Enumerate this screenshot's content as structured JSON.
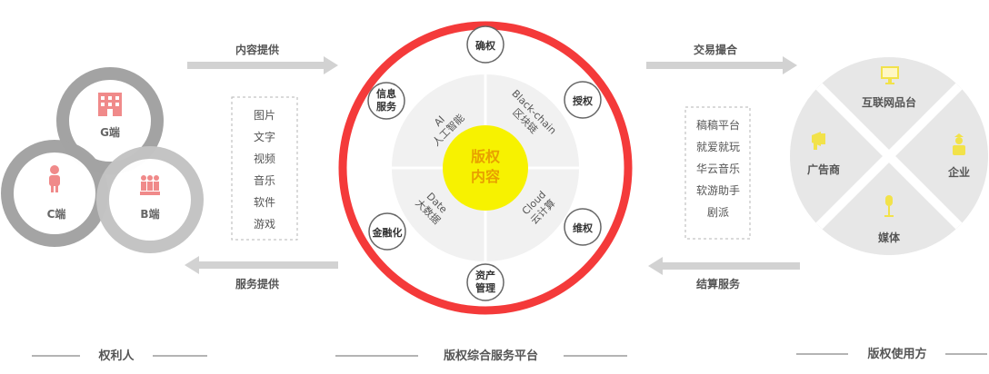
{
  "colors": {
    "ring_red": "#f43a3a",
    "center_yellow": "#f7f200",
    "icon_pink": "#f08a8a",
    "icon_yellow": "#f2e24a",
    "gray_dark": "#a3a3a3",
    "gray_mid": "#c7c7c7",
    "gray_light": "#e9e9e9",
    "arrow_gray": "#d2d2d2",
    "text_dark": "#333333",
    "text_mid": "#555555",
    "dashed_box": "#b5b5b5"
  },
  "left": {
    "circles": [
      {
        "label": "G端",
        "icon": "building-icon"
      },
      {
        "label": "C端",
        "icon": "person-icon"
      },
      {
        "label": "B端",
        "icon": "group-icon"
      }
    ],
    "section_label": "权利人"
  },
  "flow_left": {
    "top_arrow_label": "内容提供",
    "bottom_arrow_label": "服务提供",
    "list_items": [
      "图片",
      "文字",
      "视频",
      "音乐",
      "软件",
      "游戏"
    ]
  },
  "center": {
    "core_label_line1": "版权",
    "core_label_line2": "内容",
    "quadrants": [
      {
        "line1": "AI",
        "line2": "人工智能"
      },
      {
        "line1": "Black-chain",
        "line2": "区块链"
      },
      {
        "line1": "Cloud",
        "line2": "云计算"
      },
      {
        "line1": "Date",
        "line2": "大数据"
      }
    ],
    "nodes": [
      {
        "line1": "确权",
        "line2": ""
      },
      {
        "line1": "授权",
        "line2": ""
      },
      {
        "line1": "维权",
        "line2": ""
      },
      {
        "line1": "资产",
        "line2": "管理"
      },
      {
        "line1": "金融化",
        "line2": ""
      },
      {
        "line1": "信息",
        "line2": "服务"
      }
    ],
    "section_label": "版权综合服务平台"
  },
  "flow_right": {
    "top_arrow_label": "交易撮合",
    "bottom_arrow_label": "结算服务",
    "list_items": [
      "稿稿平台",
      "就爱就玩",
      "华云音乐",
      "软游助手",
      "剧派"
    ]
  },
  "right": {
    "quadrants": [
      {
        "label": "互联网品台",
        "icon": "monitor-icon"
      },
      {
        "label": "企业",
        "icon": "worker-icon"
      },
      {
        "label": "媒体",
        "icon": "microphone-icon"
      },
      {
        "label": "广告商",
        "icon": "megaphone-icon"
      }
    ],
    "section_label": "版权使用方"
  }
}
